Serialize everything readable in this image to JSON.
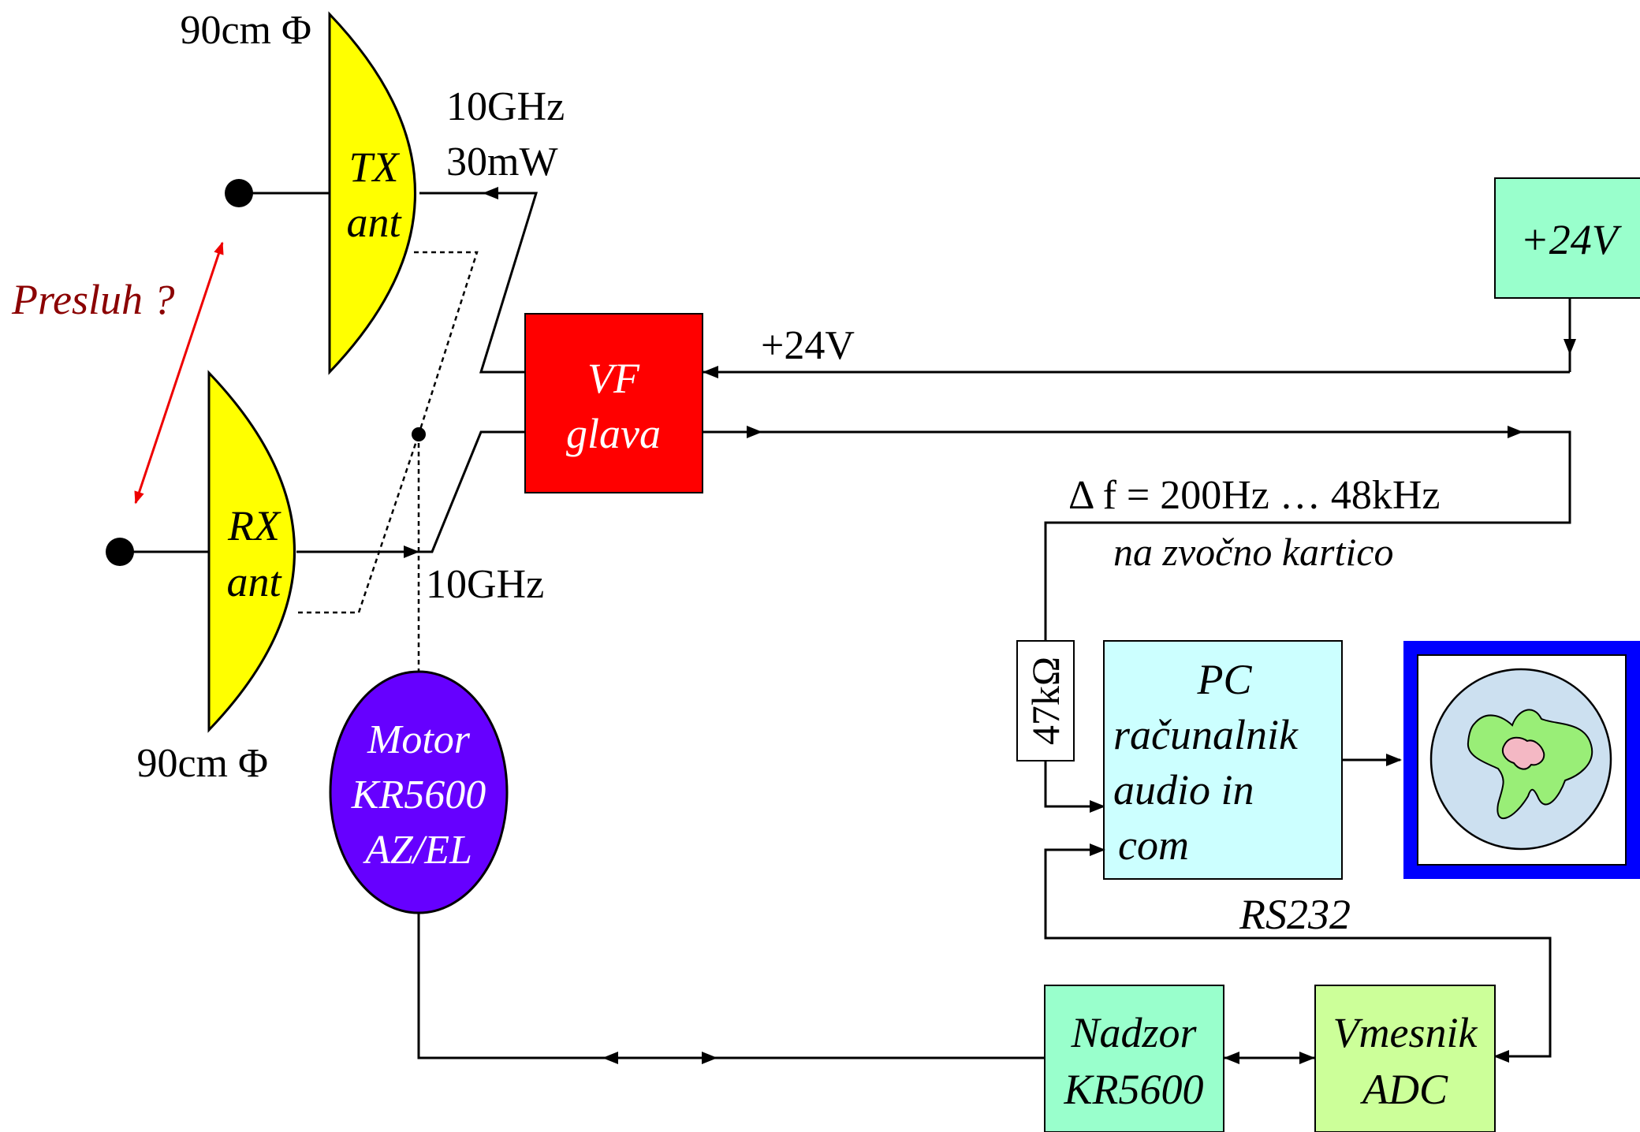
{
  "antennas": {
    "tx": {
      "line1": "TX",
      "line2": "ant",
      "size": "90cm Φ"
    },
    "rx": {
      "line1": "RX",
      "line2": "ant",
      "size": "90cm Φ"
    }
  },
  "labels": {
    "tx_freq": "10GHz",
    "tx_power": "30mW",
    "rx_freq": "10GHz",
    "crosstalk": "Presluh ?",
    "supply": "+24V",
    "freq_range": "Δ f = 200Hz … 48kHz",
    "to_soundcard": "na zvočno kartico",
    "resistor": "47kΩ",
    "serial": "RS232"
  },
  "blocks": {
    "vf_head": {
      "line1": "VF",
      "line2": "glava"
    },
    "power": {
      "label": "+24V"
    },
    "pc": {
      "line1": "PC",
      "line2": "računalnik",
      "line3": "audio in",
      "line4": "com"
    },
    "motor": {
      "line1": "Motor",
      "line2": "KR5600",
      "line3": "AZ/EL"
    },
    "controller": {
      "line1": "Nadzor",
      "line2": "KR5600"
    },
    "interface": {
      "line1": "Vmesnik",
      "line2": "ADC"
    }
  },
  "display": {
    "icon": "radar-display-icon"
  },
  "colors": {
    "antenna": "#ffff00",
    "vf_head": "#ff0000",
    "power": "#99ffcc",
    "pc": "#ccffff",
    "motor": "#6600ff",
    "controller": "#99ffcc",
    "interface": "#ccff99",
    "display_frame": "#0000ff",
    "display_disc": "#cce0f0",
    "display_blob": "#99ee77",
    "display_core": "#f4b8c4",
    "crosstalk": "#ee0000",
    "crosstalk_text": "#8b0000"
  }
}
